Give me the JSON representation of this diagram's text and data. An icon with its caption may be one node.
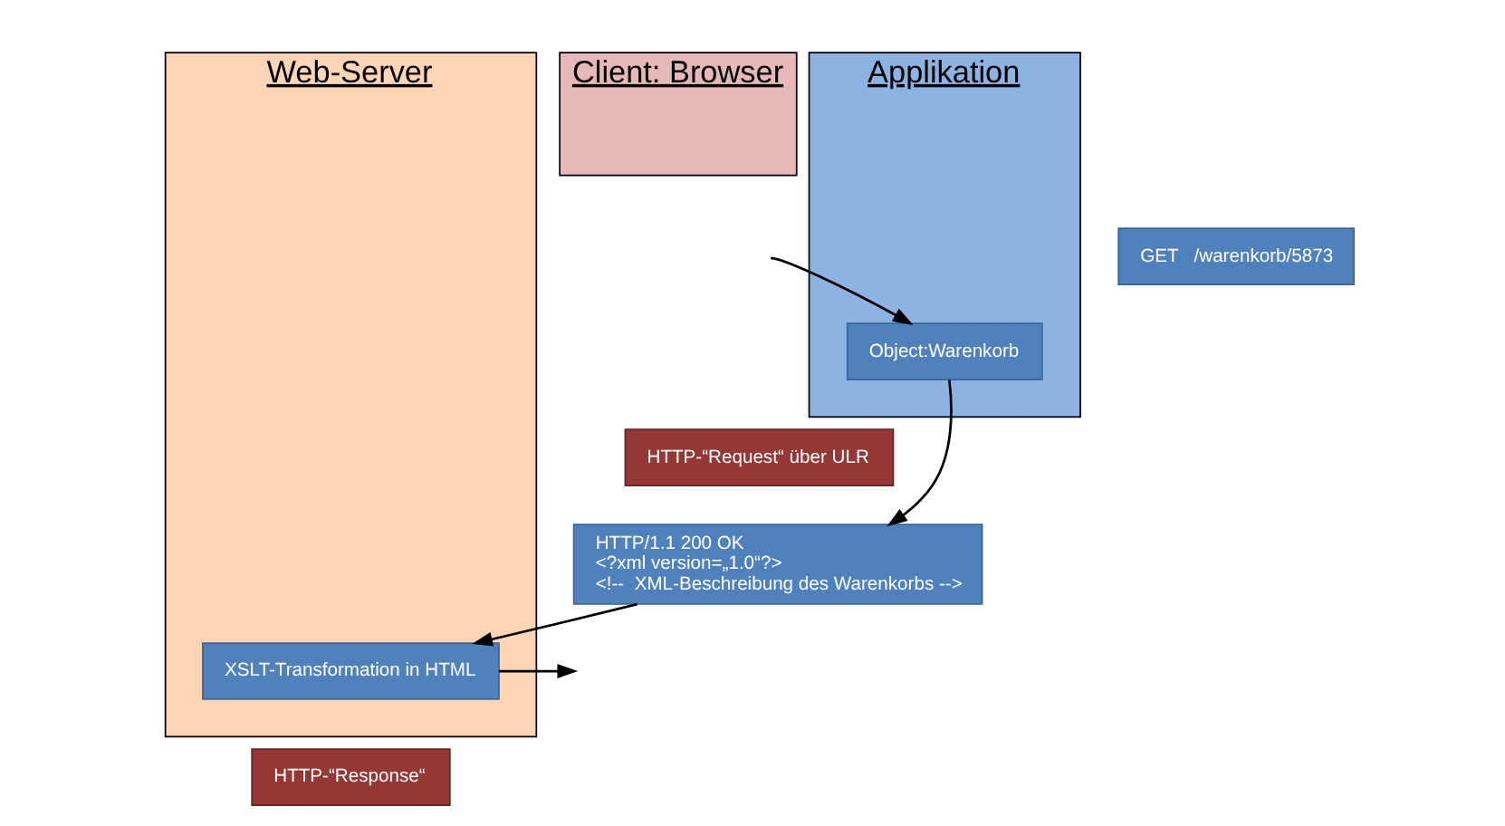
{
  "diagram": {
    "nodes": [
      {
        "text": [
          "Client: Browser"
        ]
      },
      {
        "text": [
          "Web-Server"
        ]
      },
      {
        "text": [
          "Applikation"
        ]
      },
      {
        "text": [
          "GET   /warenkorb/5873"
        ]
      },
      {
        "text": [
          "Object:Warenkorb"
        ],
        "in": 2
      },
      {
        "text": [
          "HTTP-“Request“ über ULR"
        ]
      },
      {
        "text": [
          "HTTP/1.1 200 OK",
          "<?xml version=„1.0“?>",
          "<!--  XML-Beschreibung des Warenkorbs -->"
        ]
      },
      {
        "text": [
          "XSLT-Transformation in HTML"
        ],
        "in": 1
      },
      {
        "text": [
          "HTTP-“Response“"
        ]
      }
    ],
    "edges": [
      {
        "from": null,
        "to": 4,
        "arrow": "to"
      },
      {
        "from": 4,
        "to": 6,
        "arrow": "to"
      },
      {
        "from": 6,
        "to": 7,
        "arrow": "to"
      },
      {
        "from": 7,
        "to": null,
        "arrow": "to"
      }
    ]
  }
}
